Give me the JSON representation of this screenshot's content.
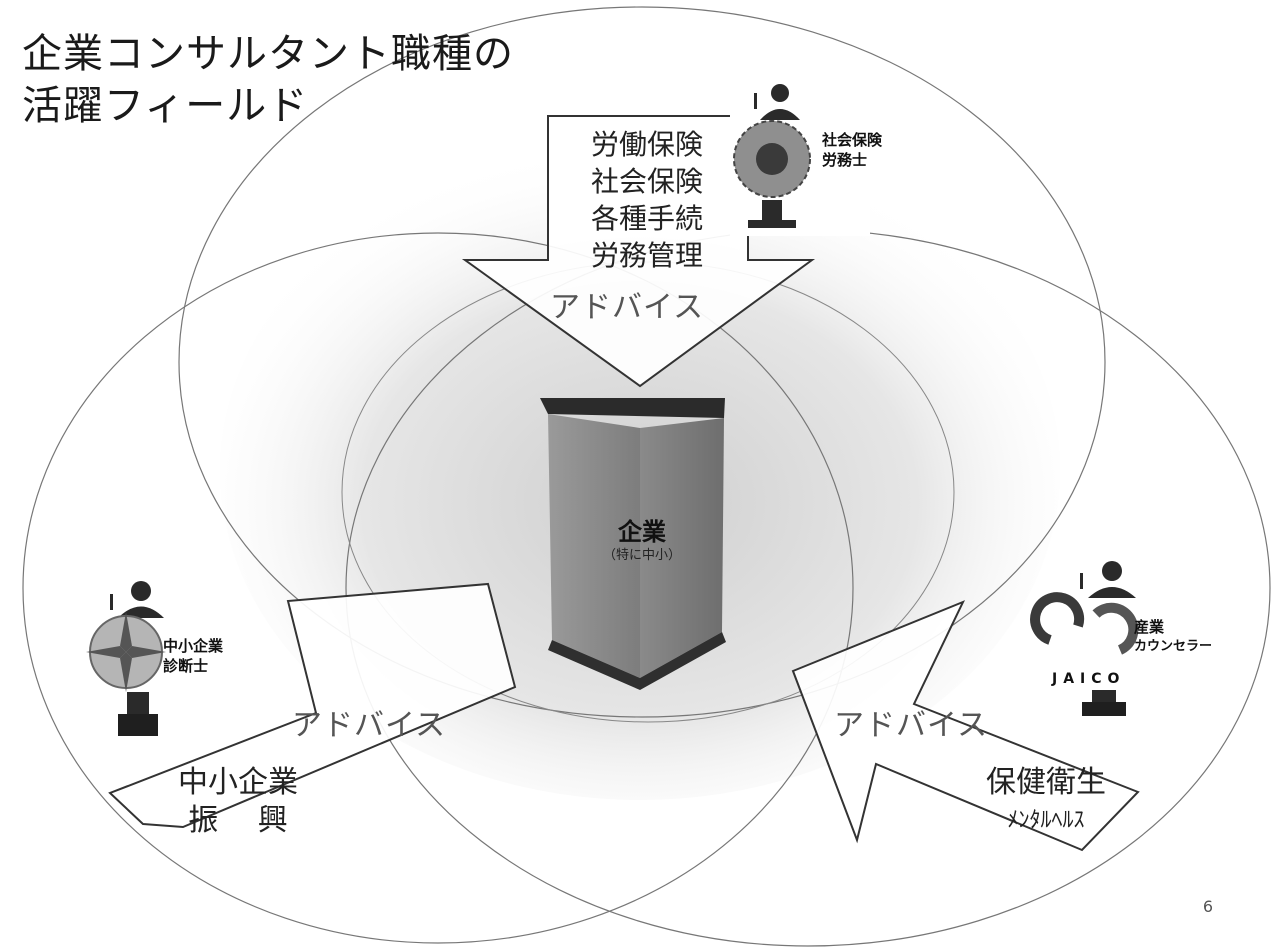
{
  "title": {
    "line1": "企業コンサルタント職種の",
    "line2": "活躍フィールド"
  },
  "top_arrow": {
    "lines": [
      "労働保険",
      "社会保険",
      "各種手続",
      "労務管理"
    ],
    "advice": "アドバイス"
  },
  "left_arrow": {
    "lines": [
      "中小企業",
      "振 興"
    ],
    "advice": "アドバイス"
  },
  "right_arrow": {
    "lines": [
      "保健衛生",
      "ﾒﾝﾀﾙﾍﾙｽ"
    ],
    "advice": "アドバイス"
  },
  "center": {
    "main": "企業",
    "sub": "（特に中小）"
  },
  "certs": {
    "top": {
      "lines": [
        "社会保険",
        "労務士"
      ],
      "icon": "chrysanthemum-emblem-icon"
    },
    "left": {
      "lines": [
        "中小企業",
        "診断士"
      ],
      "icon": "compass-emblem-icon"
    },
    "right": {
      "lines": [
        "産業",
        "カウンセラー"
      ],
      "logo_text": "JAICO",
      "icon": "jaico-logo-icon"
    }
  },
  "page_number": "6"
}
